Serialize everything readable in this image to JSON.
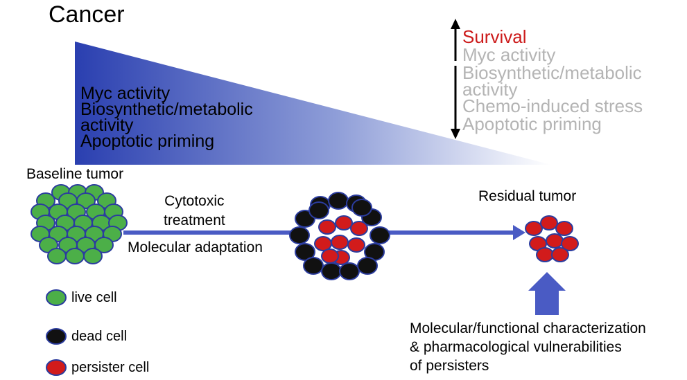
{
  "title": "Cancer",
  "wedge": {
    "lines": [
      "Myc activity",
      "Biosynthetic/metabolic",
      "activity",
      "Apoptotic priming"
    ],
    "gradient_start": "#2a3fb0",
    "gradient_end": "#ffffff"
  },
  "right_panel": {
    "survival": "Survival",
    "lines": [
      "Myc activity",
      "Biosynthetic/metabolic",
      "activity",
      "Chemo-induced stress",
      "Apoptotic priming"
    ],
    "survival_color": "#cc1b1b",
    "grey_color": "#b4b4b4"
  },
  "labels": {
    "baseline": "Baseline tumor",
    "treatment_line1": "Cytotoxic",
    "treatment_line2": "treatment",
    "adaptation": "Molecular adaptation",
    "residual": "Residual tumor",
    "characterization_line1": "Molecular/functional characterization",
    "characterization_line2": "& pharmacological vulnerabilities",
    "characterization_line3": "of persisters"
  },
  "legend": [
    {
      "label": "live cell",
      "color": "#4caf48"
    },
    {
      "label": "dead cell",
      "color": "#111111"
    },
    {
      "label": "persister cell",
      "color": "#d21b1b"
    }
  ],
  "colors": {
    "cell_outline": "#2b3c9e",
    "arrow": "#4a5bc4"
  }
}
